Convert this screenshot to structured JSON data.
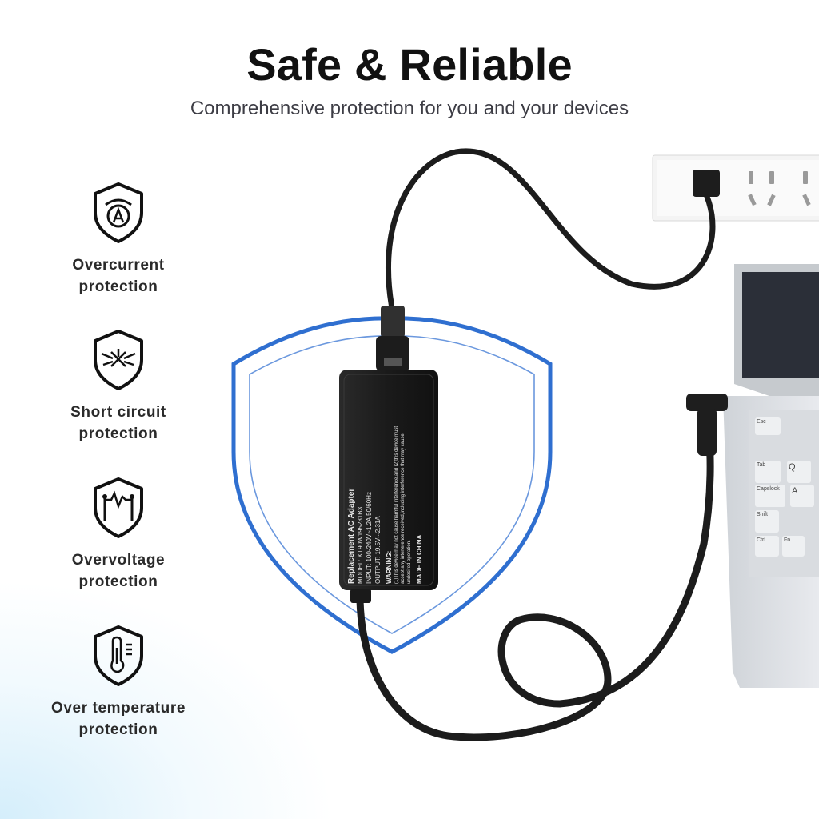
{
  "header": {
    "title": "Safe & Reliable",
    "subtitle": "Comprehensive protection for you and your devices"
  },
  "features": [
    {
      "icon": "overcurrent-shield-icon",
      "line1": "Overcurrent",
      "line2": "protection"
    },
    {
      "icon": "short-circuit-shield-icon",
      "line1": "Short circuit",
      "line2": "protection"
    },
    {
      "icon": "overvoltage-shield-icon",
      "line1": "Overvoltage",
      "line2": "protection"
    },
    {
      "icon": "temperature-shield-icon",
      "line1": "Over temperature",
      "line2": "protection"
    }
  ],
  "adapter": {
    "title": "Replacement AC Adapter",
    "model": "MODEL: KT90W195231B3",
    "input": "INPUT: 100-240V~1.2A 50/60Hz",
    "output": "OUTPUT: 19.5V⎓2.31A",
    "warning_title": "WARNING:",
    "warning_text": "(1)This device may not cause harmful interference,and (2)this device must accept any interference received,including interference that may cause undesired operation.",
    "origin": "MADE IN CHINA"
  },
  "keyboard": {
    "keys": [
      "Esc",
      "Tab",
      "Capslock",
      "Shift",
      "Ctrl",
      "Fn",
      "Q",
      "A"
    ]
  },
  "colors": {
    "shield_blue": "#2f6fd0",
    "adapter_black": "#1b1b1b",
    "text_dark": "#111111"
  }
}
